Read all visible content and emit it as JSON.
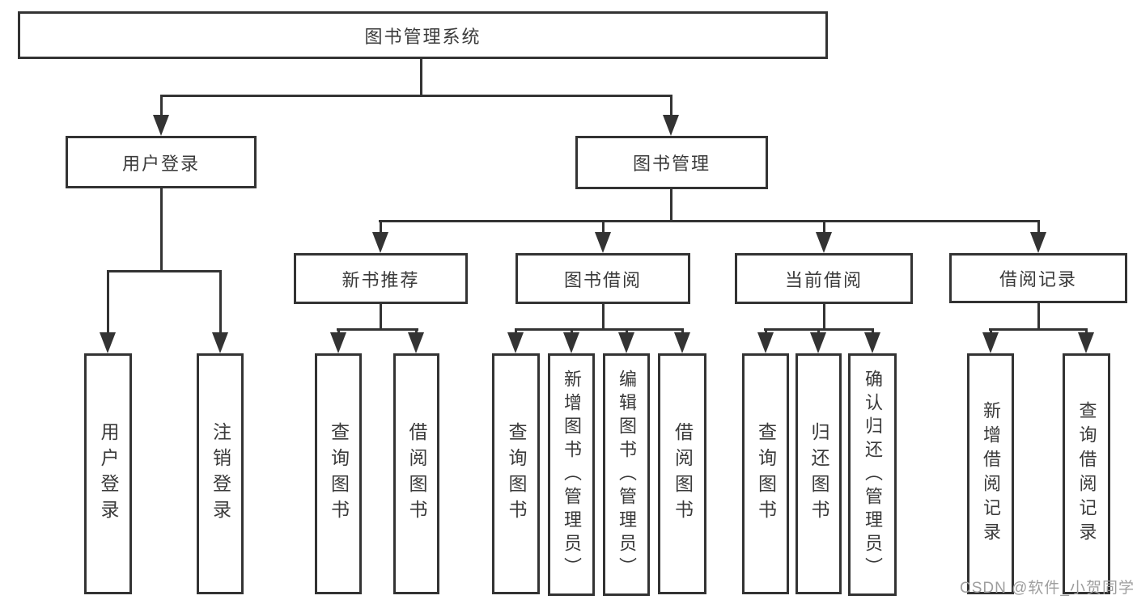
{
  "colors": {
    "line": "#333333",
    "box_border": "#333333",
    "text": "#3a3a3a",
    "watermark": "#9e9e9e",
    "background": "#ffffff"
  },
  "tree": {
    "root": {
      "label": "图书管理系统",
      "children": [
        {
          "label": "用户登录",
          "children": [
            {
              "label": "用户登录"
            },
            {
              "label": "注销登录"
            }
          ]
        },
        {
          "label": "图书管理",
          "children": [
            {
              "label": "新书推荐",
              "children": [
                {
                  "label": "查询图书"
                },
                {
                  "label": "借阅图书"
                }
              ]
            },
            {
              "label": "图书借阅",
              "children": [
                {
                  "label": "查询图书"
                },
                {
                  "label": "新增图书（管理员）"
                },
                {
                  "label": "编辑图书（管理员）"
                },
                {
                  "label": "借阅图书"
                }
              ]
            },
            {
              "label": "当前借阅",
              "children": [
                {
                  "label": "查询图书"
                },
                {
                  "label": "归还图书"
                },
                {
                  "label": "确认归还（管理员）"
                }
              ]
            },
            {
              "label": "借阅记录",
              "children": [
                {
                  "label": "新增借阅记录"
                },
                {
                  "label": "查询借阅记录"
                }
              ]
            }
          ]
        }
      ]
    }
  },
  "watermark": {
    "text": "CSDN @软件_小贺同学"
  }
}
